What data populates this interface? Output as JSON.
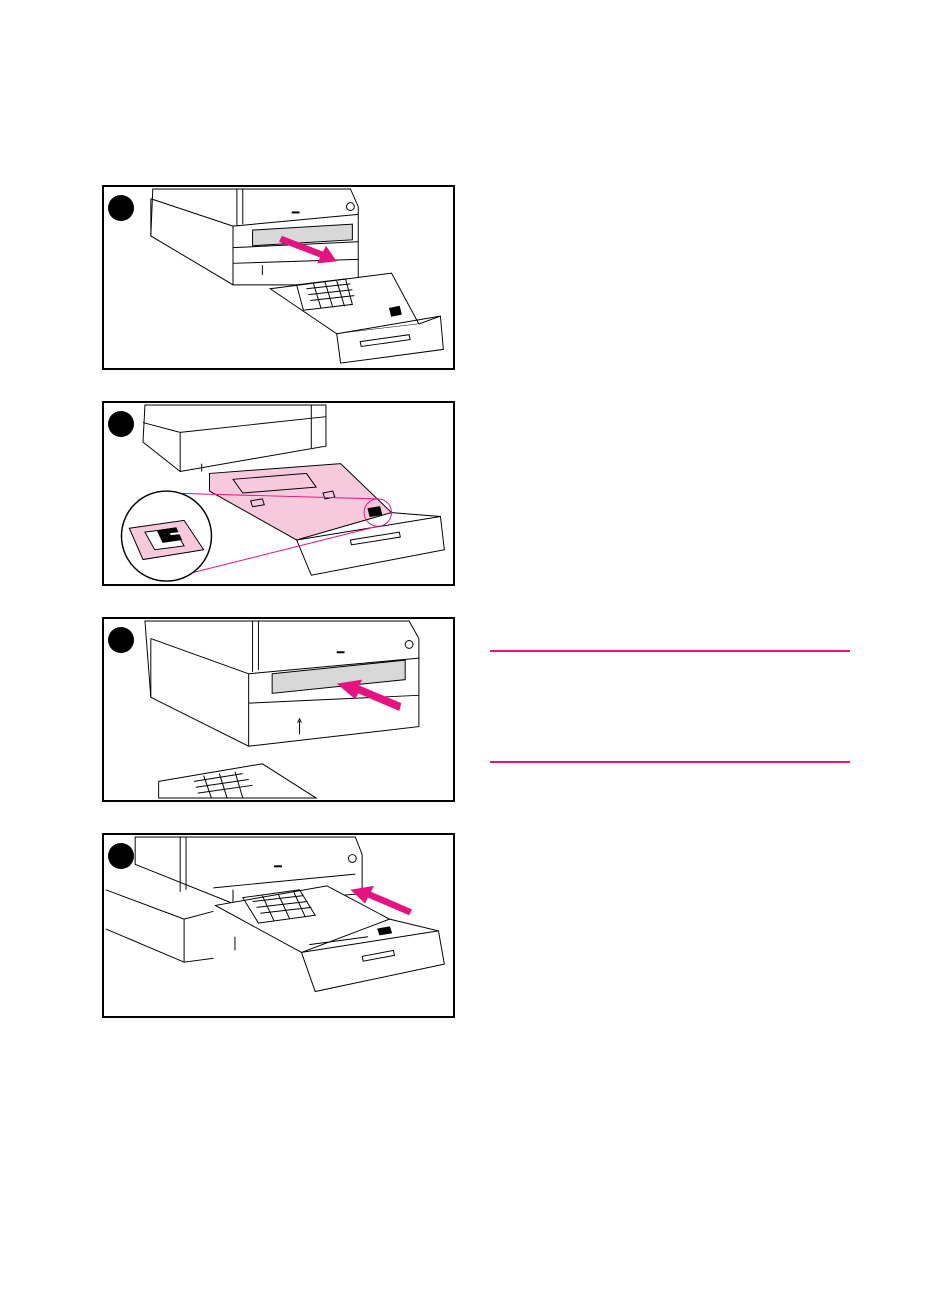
{
  "document": {
    "panels": [
      {
        "name": "step-1",
        "action": "remove-tray"
      },
      {
        "name": "step-2",
        "action": "adjust-guide"
      },
      {
        "name": "step-3",
        "action": "push-in"
      },
      {
        "name": "step-4",
        "action": "insert-tray"
      }
    ]
  },
  "colors": {
    "accent": "#e5127f",
    "highlight": "#f7c9dc",
    "line": "#000000",
    "shade": "#d8d8d8"
  },
  "icons": [
    "step-dot-icon",
    "arrow-icon",
    "tray-icon",
    "printer-icon",
    "magnifier-icon"
  ]
}
